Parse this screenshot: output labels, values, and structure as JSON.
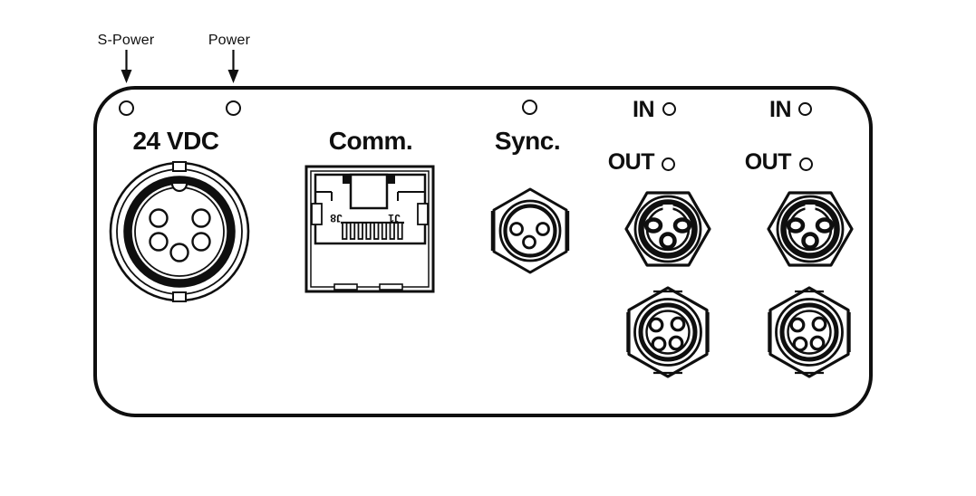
{
  "colors": {
    "line": "#0f0f0f",
    "background": "#ffffff"
  },
  "callouts": [
    {
      "label": "S-Power"
    },
    {
      "label": "Power"
    }
  ],
  "power": {
    "label": "24 VDC",
    "pin_count": 5
  },
  "comm": {
    "label": "Comm.",
    "marking_left": "J8",
    "marking_right": "J1",
    "pin_count": 8
  },
  "sync": {
    "label": "Sync.",
    "pin_count": 3
  },
  "io_groups": [
    {
      "in_label": "IN",
      "out_label": "OUT",
      "top_connector_pins": 3,
      "bottom_connector_pins": 4
    },
    {
      "in_label": "IN",
      "out_label": "OUT",
      "top_connector_pins": 3,
      "bottom_connector_pins": 4
    }
  ]
}
